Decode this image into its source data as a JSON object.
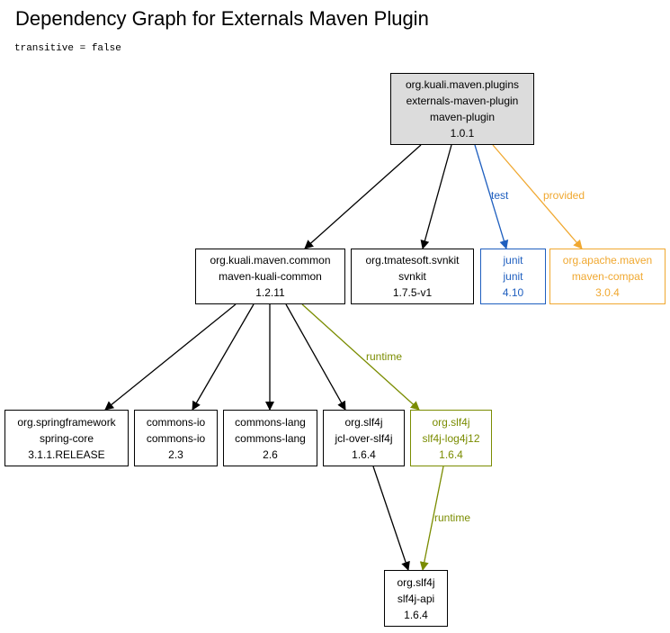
{
  "title": "Dependency Graph for Externals Maven Plugin",
  "subtitle": "transitive = false",
  "colors": {
    "compile": "#000000",
    "test": "#1f5fbf",
    "provided": "#f0a830",
    "runtime": "#7a8c00",
    "root_fill": "#dcdcdc"
  },
  "nodes": {
    "root": {
      "group": "org.kuali.maven.plugins",
      "artifact": "externals-maven-plugin",
      "packaging": "maven-plugin",
      "version": "1.0.1"
    },
    "kuali_common": {
      "group": "org.kuali.maven.common",
      "artifact": "maven-kuali-common",
      "version": "1.2.11"
    },
    "svnkit": {
      "group": "org.tmatesoft.svnkit",
      "artifact": "svnkit",
      "version": "1.7.5-v1"
    },
    "junit": {
      "group": "junit",
      "artifact": "junit",
      "version": "4.10"
    },
    "maven_compat": {
      "group": "org.apache.maven",
      "artifact": "maven-compat",
      "version": "3.0.4"
    },
    "spring_core": {
      "group": "org.springframework",
      "artifact": "spring-core",
      "version": "3.1.1.RELEASE"
    },
    "commons_io": {
      "group": "commons-io",
      "artifact": "commons-io",
      "version": "2.3"
    },
    "commons_lang": {
      "group": "commons-lang",
      "artifact": "commons-lang",
      "version": "2.6"
    },
    "jcl_over_slf4j": {
      "group": "org.slf4j",
      "artifact": "jcl-over-slf4j",
      "version": "1.6.4"
    },
    "slf4j_log4j12": {
      "group": "org.slf4j",
      "artifact": "slf4j-log4j12",
      "version": "1.6.4"
    },
    "slf4j_api": {
      "group": "org.slf4j",
      "artifact": "slf4j-api",
      "version": "1.6.4"
    }
  },
  "edge_labels": {
    "test": "test",
    "provided": "provided",
    "runtime_log4j": "runtime",
    "runtime_api": "runtime"
  }
}
